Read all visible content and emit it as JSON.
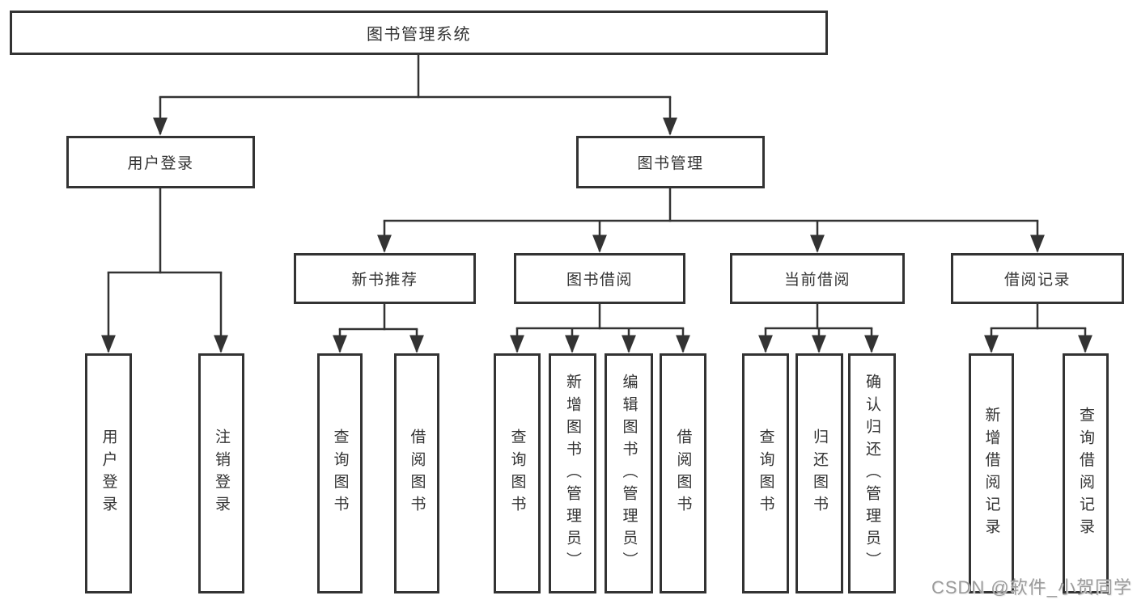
{
  "colors": {
    "line": "#333333",
    "box_border": "#333333",
    "text": "#333333",
    "watermark": "#9b9b9b",
    "background": "#ffffff"
  },
  "tree": {
    "root": {
      "label": "图书管理系统"
    },
    "branches": [
      {
        "label": "用户登录",
        "leaves": [
          {
            "label": "用户登录"
          },
          {
            "label": "注销登录"
          }
        ]
      },
      {
        "label": "图书管理",
        "categories": [
          {
            "label": "新书推荐",
            "leaves": [
              {
                "label": "查询图书"
              },
              {
                "label": "借阅图书"
              }
            ]
          },
          {
            "label": "图书借阅",
            "leaves": [
              {
                "label": "查询图书"
              },
              {
                "label": "新增图书（管理员）"
              },
              {
                "label": "编辑图书（管理员）"
              },
              {
                "label": "借阅图书"
              }
            ]
          },
          {
            "label": "当前借阅",
            "leaves": [
              {
                "label": "查询图书"
              },
              {
                "label": "归还图书"
              },
              {
                "label": "确认归还（管理员）"
              }
            ]
          },
          {
            "label": "借阅记录",
            "leaves": [
              {
                "label": "新增借阅记录"
              },
              {
                "label": "查询借阅记录"
              }
            ]
          }
        ]
      }
    ]
  },
  "watermark": {
    "text": "CSDN @软件_小贺同学"
  }
}
